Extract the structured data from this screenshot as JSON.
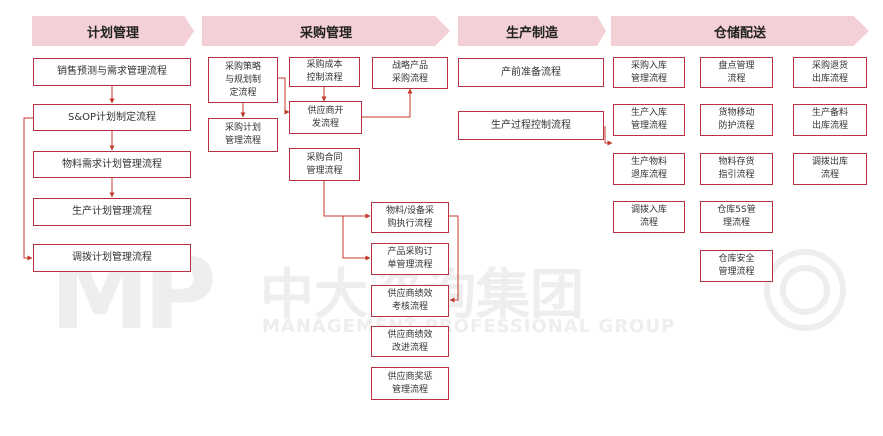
{
  "headers": {
    "plan": "计划管理",
    "purchase": "采购管理",
    "production": "生产制造",
    "warehouse": "仓储配送"
  },
  "plan": {
    "sales_forecast": "销售预测与需求管理流程",
    "sop": "S&OP计划制定流程",
    "material": "物料需求计划管理流程",
    "production_plan": "生产计划管理流程",
    "transfer_plan": "调拨计划管理流程"
  },
  "purchase": {
    "strategy": "采购策略\n与规划制\n定流程",
    "cost": "采购成本\n控制流程",
    "strategic_product": "战略产品\n采购流程",
    "plan": "采购计划\n管理流程",
    "supplier_dev": "供应商开\n发流程",
    "contract": "采购合同\n管理流程",
    "material_exec": "物料/设备采\n购执行流程",
    "order": "产品采购订\n单管理流程",
    "perf_eval": "供应商绩效\n考核流程",
    "perf_improve": "供应商绩效\n改进流程",
    "reward": "供应商奖惩\n管理流程"
  },
  "production": {
    "pre": "产前准备流程",
    "process": "生产过程控制流程"
  },
  "warehouse": {
    "purchase_in": "采购入库\n管理流程",
    "prod_in": "生产入库\n管理流程",
    "prod_return": "生产物料\n退库流程",
    "transfer_in": "调拨入库\n流程",
    "inventory": "盘点管理\n流程",
    "movement": "货物移动\n防护流程",
    "stock_guide": "物料存货\n指引流程",
    "ss": "仓库5S管\n理流程",
    "safety": "仓库安全\n管理流程",
    "purchase_return": "采购退货\n出库流程",
    "prod_out": "生产备料\n出库流程",
    "transfer_out": "调拨出库\n流程"
  },
  "watermark": {
    "logo": "MP",
    "cn": "中大咨询集团",
    "en": "MANAGEMENT PROFESSIONAL GROUP"
  },
  "colors": {
    "header_bg": "#f3cfd6",
    "border": "#b73343",
    "arrow": "#c0392b"
  }
}
